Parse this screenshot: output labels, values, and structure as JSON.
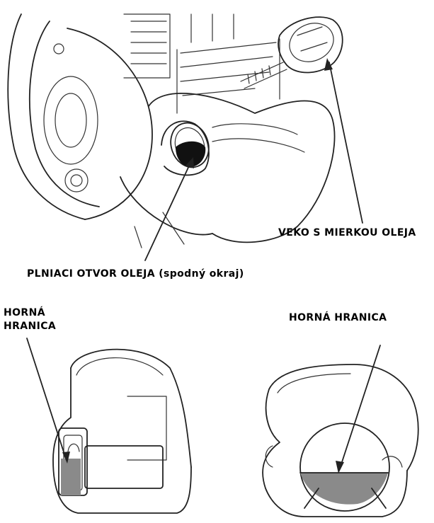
{
  "labels": {
    "cap": "VEKO S MIERKOU OLEJA",
    "filler": "PLNIACI OTVOR OLEJA (spodný okraj)",
    "upper_left_line1": "HORNÁ",
    "upper_left_line2": "HRANICA",
    "upper_right": "HORNÁ HRANICA"
  },
  "colors": {
    "line": "#222222",
    "oil_fill": "#8a8a8a",
    "filler_dark": "#111111"
  }
}
